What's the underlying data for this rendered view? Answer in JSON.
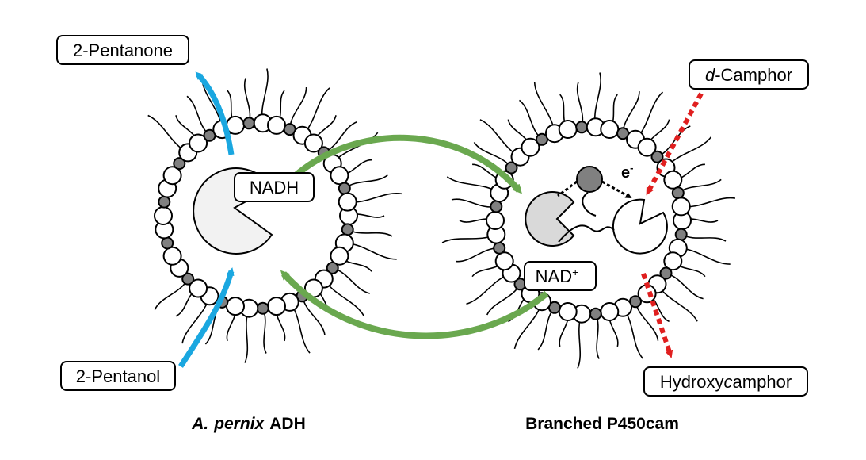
{
  "labels": {
    "pentanone": "2-Pentanone",
    "pentanol": "2-Pentanol",
    "nadh": "NADH",
    "nad_base": "NAD",
    "nad_sup": "+",
    "camphor_italic": "d",
    "camphor_rest": "-Camphor",
    "hydroxy_a": "Hydroxy",
    "hydroxy_b": "c",
    "hydroxy_c": "amphor",
    "electron_base": "e",
    "electron_sup": "-"
  },
  "captions": {
    "left_a": "A.",
    "left_b": "pernix",
    "left_c": "ADH",
    "right": "Branched P450cam"
  },
  "colors": {
    "blue_arrow": "#1aa7e0",
    "green_arrow": "#6aa84f",
    "red_arrow": "#e01f1f",
    "gray_bead": "#808080",
    "enzyme_fill": "#f2f2f2",
    "enzyme_dark_fill": "#d9d9d9"
  }
}
